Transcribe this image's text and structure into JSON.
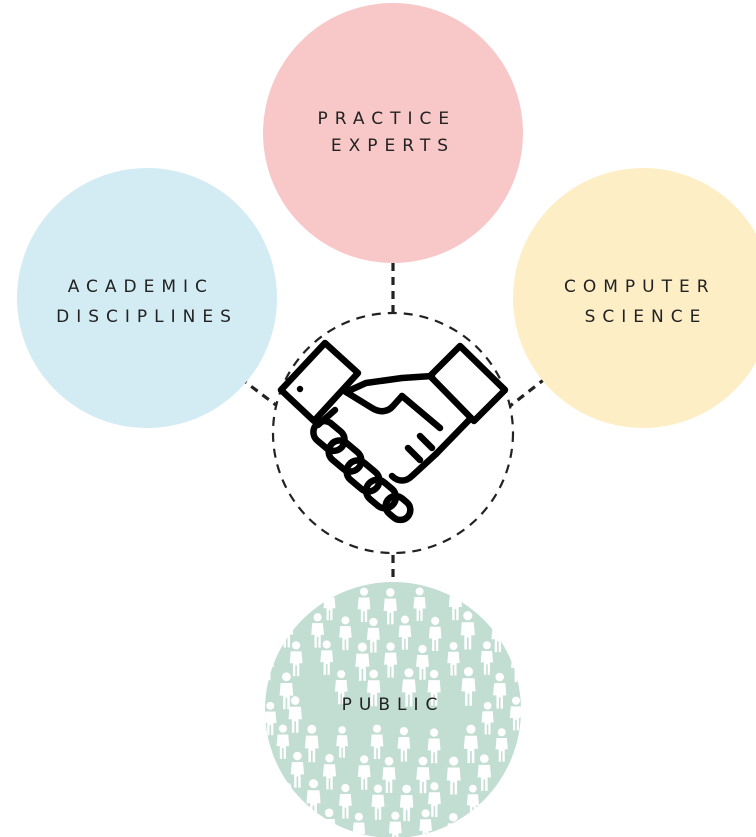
{
  "diagram": {
    "nodes": [
      {
        "id": "practice",
        "lines": [
          "PRACTICE",
          "EXPERTS"
        ],
        "color": "#f8c8c8"
      },
      {
        "id": "academic",
        "lines": [
          "ACADEMIC",
          "DISCIPLINES"
        ],
        "color": "#d3ebf2"
      },
      {
        "id": "computer",
        "lines": [
          "COMPUTER",
          "SCIENCE"
        ],
        "color": "#fdeec6"
      },
      {
        "id": "public",
        "lines": [
          "PUBLIC"
        ],
        "color": "#c2ddd2"
      }
    ],
    "center_icon": "handshake-icon",
    "public_pattern_icon": "people-crowd-icon",
    "line_color": "#222222"
  }
}
